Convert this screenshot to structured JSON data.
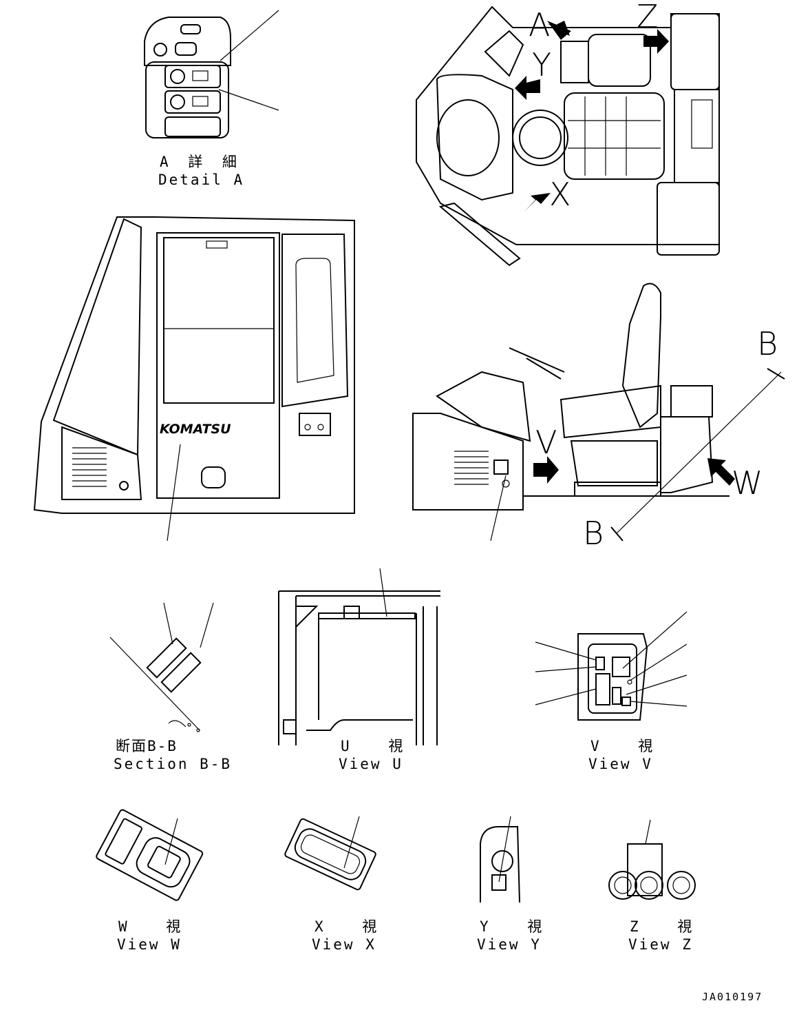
{
  "detail_a": {
    "jp": "A 詳 細",
    "en": "Detail A"
  },
  "views": {
    "section_bb": {
      "jp": "断面B-B",
      "en": "Section B-B"
    },
    "view_u": {
      "jp": "U 視",
      "en": "View U"
    },
    "view_v": {
      "jp": "V 視",
      "en": "View V"
    },
    "view_w": {
      "jp": "W 視",
      "en": "View W"
    },
    "view_x": {
      "jp": "X 視",
      "en": "View X"
    },
    "view_y": {
      "jp": "Y 視",
      "en": "View Y"
    },
    "view_z": {
      "jp": "Z 視",
      "en": "View Z"
    }
  },
  "view_markers": {
    "A": "A",
    "Y": "Y",
    "Z": "Z",
    "X": "X",
    "V": "V",
    "W": "W",
    "B_top": "B",
    "B_bottom": "B"
  },
  "brand_logo": "KOMATSU",
  "document_id": "JA010197"
}
